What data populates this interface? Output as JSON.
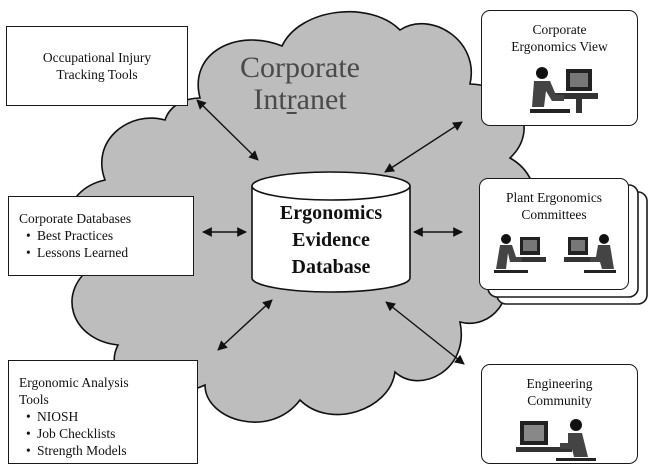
{
  "cloud": {
    "title_line1": "Corporate",
    "title_line2_pre": "Int",
    "title_line2_underlined": "r",
    "title_line2_post": "anet"
  },
  "database": {
    "line1": "Ergonomics",
    "line2": "Evidence",
    "line3": "Database"
  },
  "boxes": {
    "injury": {
      "line1": "Occupational Injury",
      "line2": "Tracking Tools"
    },
    "corporate_db": {
      "title": "Corporate Databases",
      "items": [
        "Best Practices",
        "Lessons Learned"
      ]
    },
    "analysis": {
      "title_line1": "Ergonomic Analysis",
      "title_line2": "Tools",
      "items": [
        "NIOSH",
        "Job Checklists",
        "Strength Models"
      ]
    },
    "corporate_view": {
      "line1": "Corporate",
      "line2": "Ergonomics View"
    },
    "plant": {
      "line1": "Plant Ergonomics",
      "line2": "Committees"
    },
    "engineering": {
      "line1": "Engineering",
      "line2": "Community"
    }
  },
  "colors": {
    "cloud_fill": "#bdbdbd",
    "cloud_stroke": "#111111",
    "box_stroke": "#1a1a1a",
    "title_text": "#4a4a4a"
  },
  "icons": [
    "person-at-computer-icon",
    "person-at-computer-icon",
    "person-at-computer-icon",
    "person-at-computer-icon"
  ]
}
